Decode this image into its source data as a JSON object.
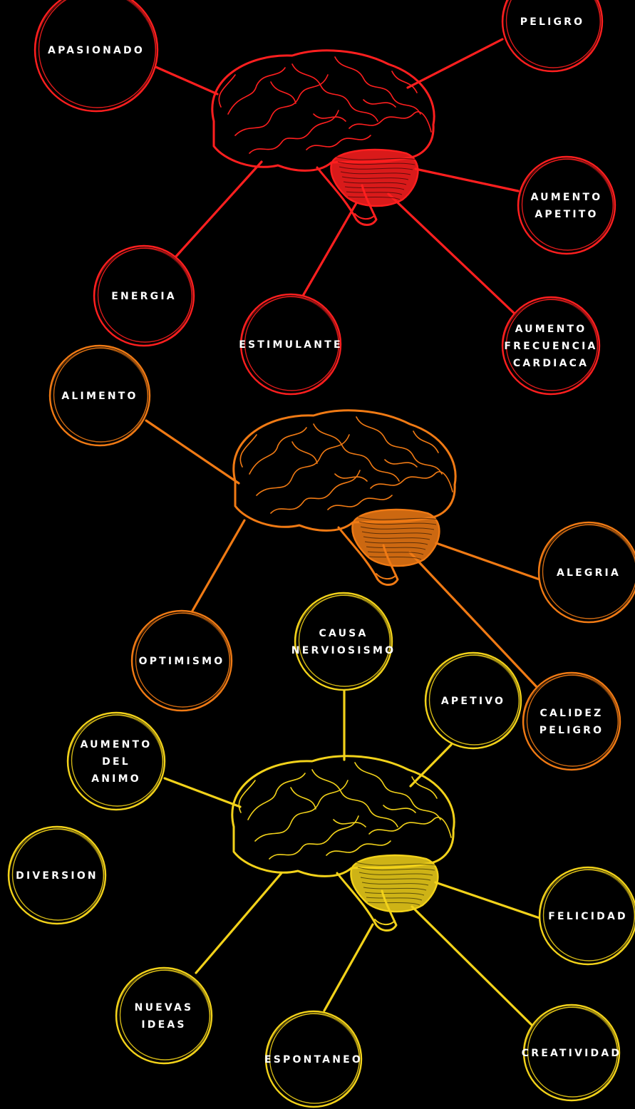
{
  "colors": {
    "background": "#000000",
    "red": "#ff1f1f",
    "orange": "#f07a14",
    "yellow": "#f2d21a",
    "text": "#ffffff"
  },
  "clusters": [
    {
      "id": "red",
      "color": "#ff1f1f",
      "brain_icon": "brain-icon",
      "nodes": [
        {
          "lines": [
            "APASIONADO"
          ]
        },
        {
          "lines": [
            "PELIGRO"
          ]
        },
        {
          "lines": [
            "AUMENTO",
            "APETITO"
          ]
        },
        {
          "lines": [
            "ENERGIA"
          ]
        },
        {
          "lines": [
            "ESTIMULANTE"
          ]
        },
        {
          "lines": [
            "AUMENTO",
            "FRECUENCIA",
            "CARDIACA"
          ]
        }
      ]
    },
    {
      "id": "orange",
      "color": "#f07a14",
      "brain_icon": "brain-icon",
      "nodes": [
        {
          "lines": [
            "ALIMENTO"
          ]
        },
        {
          "lines": [
            "ALEGRIA"
          ]
        },
        {
          "lines": [
            "OPTIMISMO"
          ]
        },
        {
          "lines": [
            "CALIDEZ",
            "PELIGRO"
          ]
        }
      ]
    },
    {
      "id": "yellow",
      "color": "#f2d21a",
      "brain_icon": "brain-icon",
      "nodes": [
        {
          "lines": [
            "CAUSA",
            "NERVIOSISMO"
          ]
        },
        {
          "lines": [
            "APETIVO"
          ]
        },
        {
          "lines": [
            "AUMENTO",
            "DEL",
            "ANIMO"
          ]
        },
        {
          "lines": [
            "DIVERSION"
          ]
        },
        {
          "lines": [
            "FELICIDAD"
          ]
        },
        {
          "lines": [
            "NUEVAS",
            "IDEAS"
          ]
        },
        {
          "lines": [
            "ESPONTANEO"
          ]
        },
        {
          "lines": [
            "CREATIVIDAD"
          ]
        }
      ]
    }
  ]
}
